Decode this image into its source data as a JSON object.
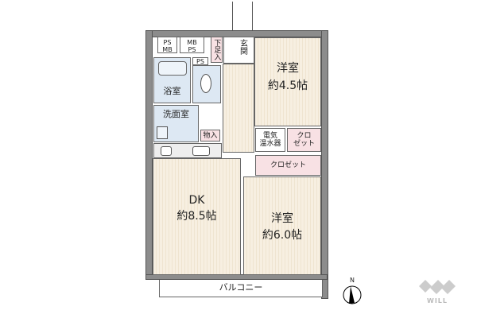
{
  "rooms": {
    "ps_mb": "PS\nMB",
    "mb_ps": "MB\nPS",
    "shoe_closet": "下足入",
    "entrance": "玄関",
    "ps": "PS",
    "bath": "浴室",
    "washroom": "洗面室",
    "storage": "物入",
    "western_room_1": {
      "name": "洋室",
      "size": "約4.5帖"
    },
    "water_heater": "電気\n温水器",
    "closet_small": "クロ\nゼット",
    "closet": "クロゼット",
    "dk": {
      "name": "DK",
      "size": "約8.5帖"
    },
    "western_room_2": {
      "name": "洋室",
      "size": "約6.0帖"
    },
    "balcony": "バルコニー"
  },
  "compass": {
    "north_label": "N"
  },
  "logo": {
    "text": "WILL"
  },
  "colors": {
    "wall": "#8c8c8c",
    "floor": "#f4ebdb",
    "wet_area": "#dde8f3",
    "closet": "#f8e1e4"
  }
}
